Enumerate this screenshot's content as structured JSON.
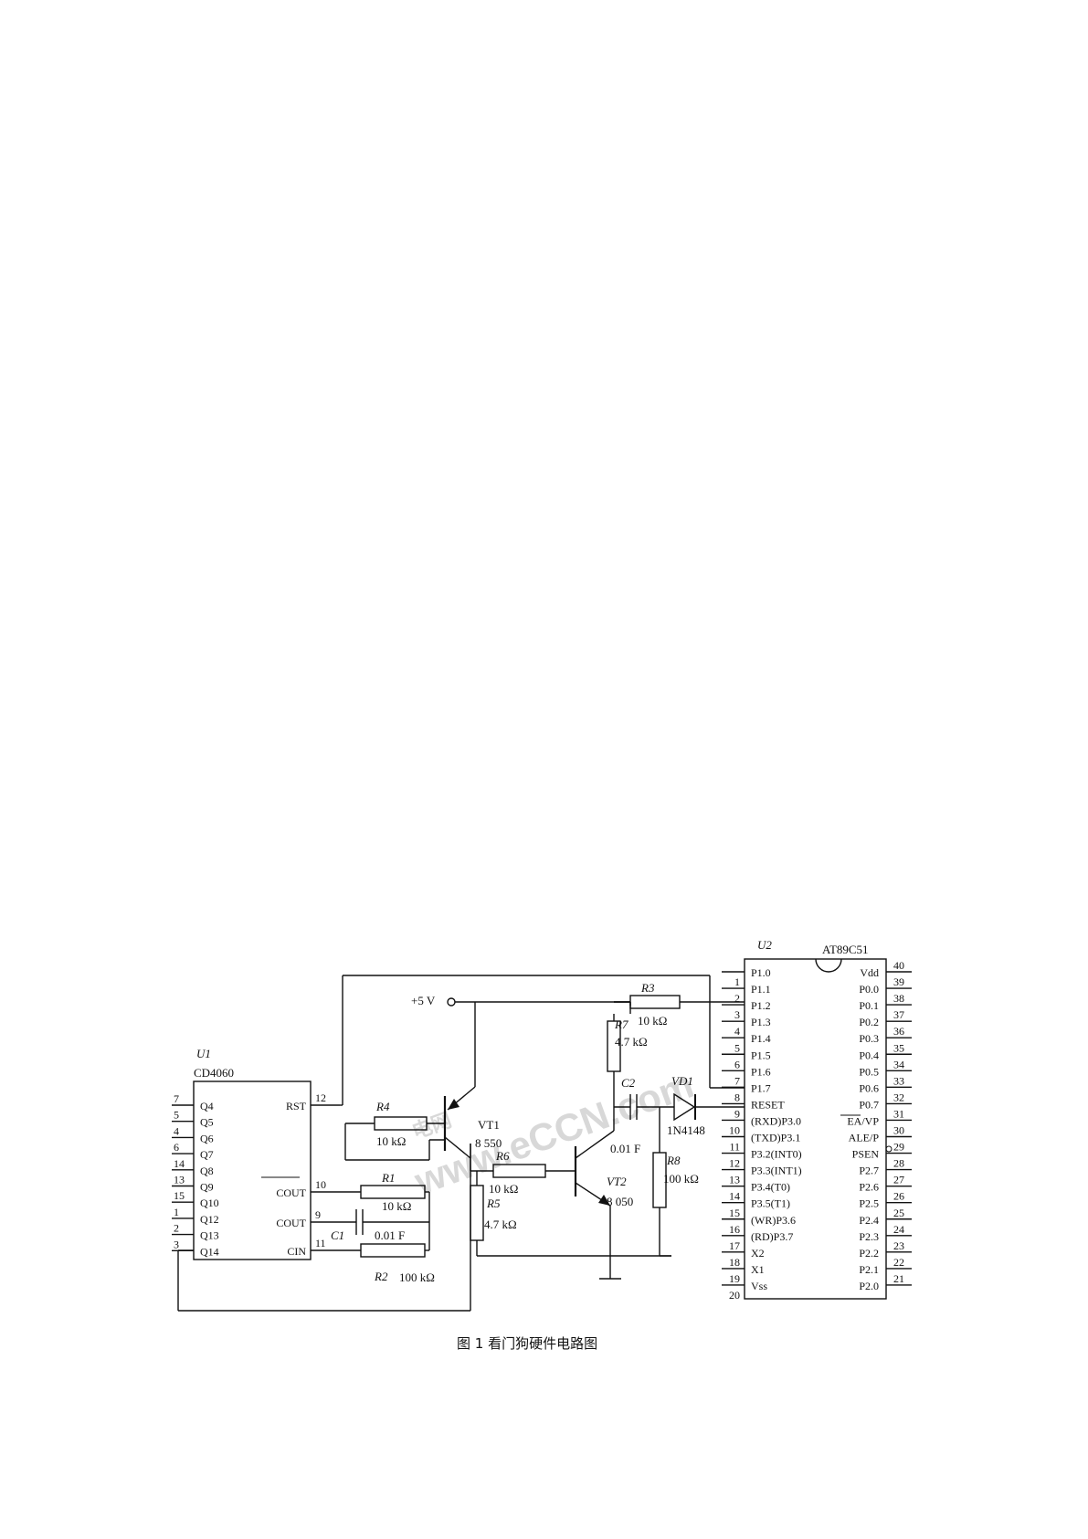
{
  "u1": {
    "ref": "U1",
    "part": "CD4060",
    "left_pins": [
      {
        "num": "7",
        "name": "Q4"
      },
      {
        "num": "5",
        "name": "Q5"
      },
      {
        "num": "4",
        "name": "Q6"
      },
      {
        "num": "6",
        "name": "Q7"
      },
      {
        "num": "14",
        "name": "Q8"
      },
      {
        "num": "13",
        "name": "Q9"
      },
      {
        "num": "15",
        "name": "Q10"
      },
      {
        "num": "1",
        "name": "Q12"
      },
      {
        "num": "2",
        "name": "Q13"
      },
      {
        "num": "3",
        "name": "Q14"
      }
    ],
    "right_pins": [
      {
        "num": "12",
        "name": "RST"
      },
      {
        "num": "10",
        "name": "COUT"
      },
      {
        "num": "9",
        "name": "COUT"
      },
      {
        "num": "11",
        "name": "CIN"
      }
    ]
  },
  "u2": {
    "ref": "U2",
    "part": "AT89C51",
    "left_pins": [
      {
        "num": "",
        "name": "P1.0"
      },
      {
        "num": "1",
        "name": "P1.1"
      },
      {
        "num": "2",
        "name": "P1.2"
      },
      {
        "num": "3",
        "name": "P1.3"
      },
      {
        "num": "4",
        "name": "P1.4"
      },
      {
        "num": "5",
        "name": "P1.5"
      },
      {
        "num": "6",
        "name": "P1.6"
      },
      {
        "num": "7",
        "name": "P1.7"
      },
      {
        "num": "8",
        "name": "RESET"
      },
      {
        "num": "9",
        "name": "(RXD)P3.0"
      },
      {
        "num": "10",
        "name": "(TXD)P3.1"
      },
      {
        "num": "11",
        "name": "P3.2(INT0)"
      },
      {
        "num": "12",
        "name": "P3.3(INT1)"
      },
      {
        "num": "13",
        "name": "P3.4(T0)"
      },
      {
        "num": "14",
        "name": "P3.5(T1)"
      },
      {
        "num": "15",
        "name": "(WR)P3.6"
      },
      {
        "num": "16",
        "name": "(RD)P3.7"
      },
      {
        "num": "17",
        "name": "X2"
      },
      {
        "num": "18",
        "name": "X1"
      },
      {
        "num": "19",
        "name": "Vss"
      },
      {
        "num": "20",
        "name": ""
      }
    ],
    "right_pins": [
      {
        "num": "40",
        "name": "Vdd"
      },
      {
        "num": "39",
        "name": "P0.0"
      },
      {
        "num": "38",
        "name": "P0.1"
      },
      {
        "num": "37",
        "name": "P0.2"
      },
      {
        "num": "36",
        "name": "P0.3"
      },
      {
        "num": "35",
        "name": "P0.4"
      },
      {
        "num": "34",
        "name": "P0.5"
      },
      {
        "num": "33",
        "name": "P0.6"
      },
      {
        "num": "32",
        "name": "P0.7"
      },
      {
        "num": "31",
        "name": "EA/VP"
      },
      {
        "num": "30",
        "name": "ALE/P"
      },
      {
        "num": "29",
        "name": "PSEN"
      },
      {
        "num": "28",
        "name": "P2.7"
      },
      {
        "num": "27",
        "name": "P2.6"
      },
      {
        "num": "26",
        "name": "P2.5"
      },
      {
        "num": "25",
        "name": "P2.4"
      },
      {
        "num": "24",
        "name": "P2.3"
      },
      {
        "num": "23",
        "name": "P2.2"
      },
      {
        "num": "22",
        "name": "P2.1"
      },
      {
        "num": "21",
        "name": "P2.0"
      }
    ]
  },
  "components": {
    "vcc": "+5 V",
    "r1": {
      "ref": "R1",
      "value": "10 kΩ"
    },
    "r2": {
      "ref": "R2",
      "value": "100 kΩ"
    },
    "r3": {
      "ref": "R3",
      "value": "10 kΩ"
    },
    "r4": {
      "ref": "R4",
      "value": "10 kΩ"
    },
    "r5": {
      "ref": "R5",
      "value": "4.7 kΩ"
    },
    "r6": {
      "ref": "R6",
      "value": "10 kΩ"
    },
    "r7": {
      "ref": "R7",
      "value": "4.7 kΩ"
    },
    "r8": {
      "ref": "R8",
      "value": "100 kΩ"
    },
    "c1": {
      "ref": "C1",
      "value": "0.01 F"
    },
    "c2": {
      "ref": "C2",
      "value": "0.01 F"
    },
    "vt1": {
      "ref": "VT1",
      "part": "8 550"
    },
    "vt2": {
      "ref": "VT2",
      "part": "8 050"
    },
    "vd1": {
      "ref": "VD1",
      "part": "1N4148"
    }
  },
  "watermark": {
    "line1": "电网",
    "line2": "www.eCCN.com"
  },
  "caption": "图 1 看门狗硬件电路图"
}
